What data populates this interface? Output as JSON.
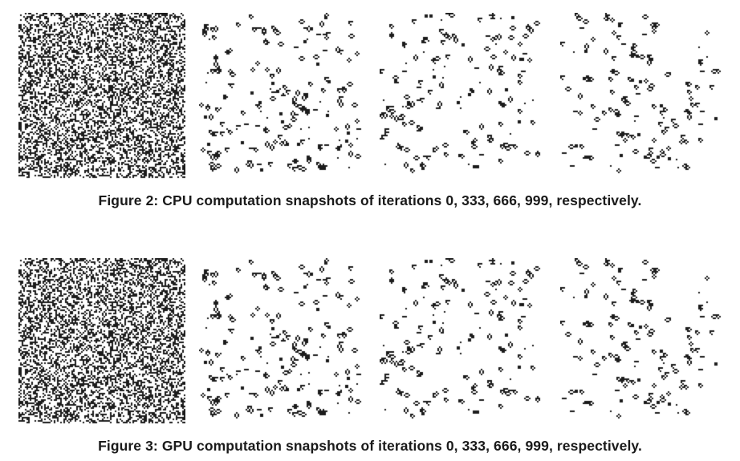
{
  "figures": [
    {
      "id": "fig2",
      "caption": "Figure 2: CPU computation snapshots of iterations 0, 333, 666, 999, respectively.",
      "snapshots": [
        {
          "iteration": 0,
          "density": 0.42
        },
        {
          "iteration": 333,
          "density": 0.06
        },
        {
          "iteration": 666,
          "density": 0.045
        },
        {
          "iteration": 999,
          "density": 0.04
        }
      ]
    },
    {
      "id": "fig3",
      "caption": "Figure 3: GPU computation snapshots of iterations 0, 333, 666, 999, respectively.",
      "snapshots": [
        {
          "iteration": 0,
          "density": 0.42
        },
        {
          "iteration": 333,
          "density": 0.06
        },
        {
          "iteration": 666,
          "density": 0.045
        },
        {
          "iteration": 999,
          "density": 0.04
        }
      ]
    }
  ]
}
